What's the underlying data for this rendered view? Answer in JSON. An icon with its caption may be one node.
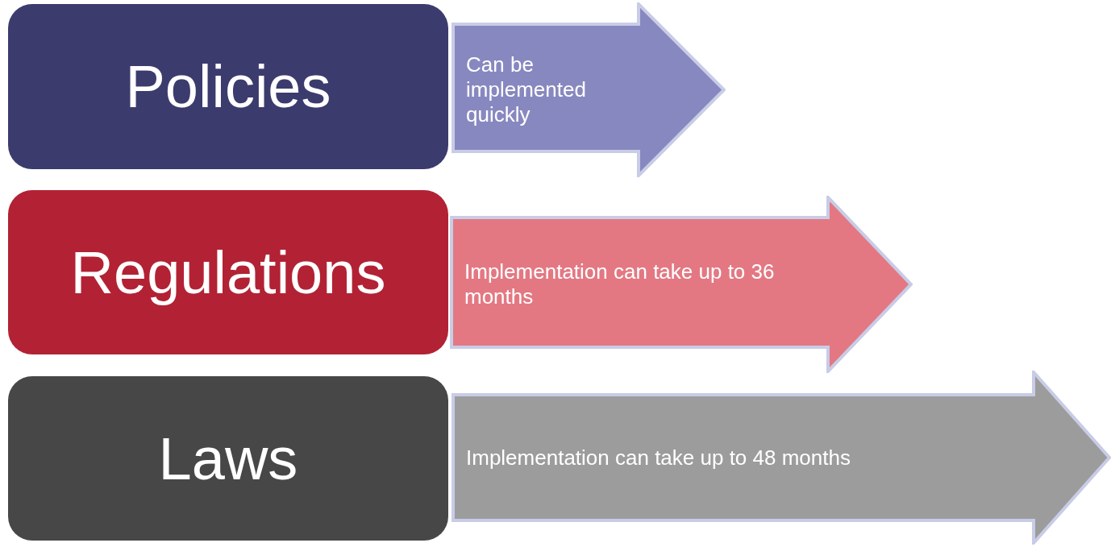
{
  "diagram": {
    "nodes": [
      {
        "text": [
          "Policies"
        ]
      },
      {
        "text": [
          "Can be implemented quickly"
        ]
      },
      {
        "text": [
          "Regulations"
        ]
      },
      {
        "text": [
          "Implementation can take up to 36 months"
        ]
      },
      {
        "text": [
          "Laws"
        ]
      },
      {
        "text": [
          "Implementation can take up to 48 months"
        ]
      }
    ]
  }
}
